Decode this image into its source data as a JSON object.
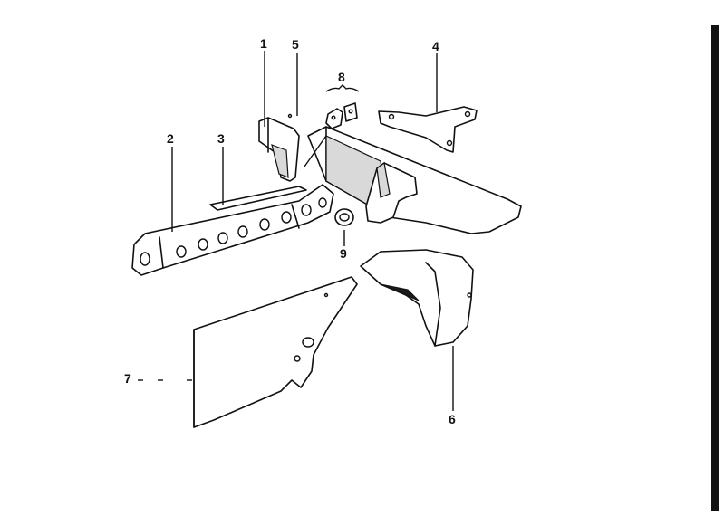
{
  "diagram": {
    "callouts": [
      {
        "id": "1",
        "label": "1"
      },
      {
        "id": "2",
        "label": "2"
      },
      {
        "id": "3",
        "label": "3"
      },
      {
        "id": "4",
        "label": "4"
      },
      {
        "id": "5",
        "label": "5"
      },
      {
        "id": "6",
        "label": "6"
      },
      {
        "id": "7",
        "label": "7"
      },
      {
        "id": "8",
        "label": "8"
      },
      {
        "id": "9",
        "label": "9"
      }
    ]
  },
  "colors": {
    "ink": "#111111",
    "paper": "#ffffff",
    "shade": "#d9d9d9"
  }
}
